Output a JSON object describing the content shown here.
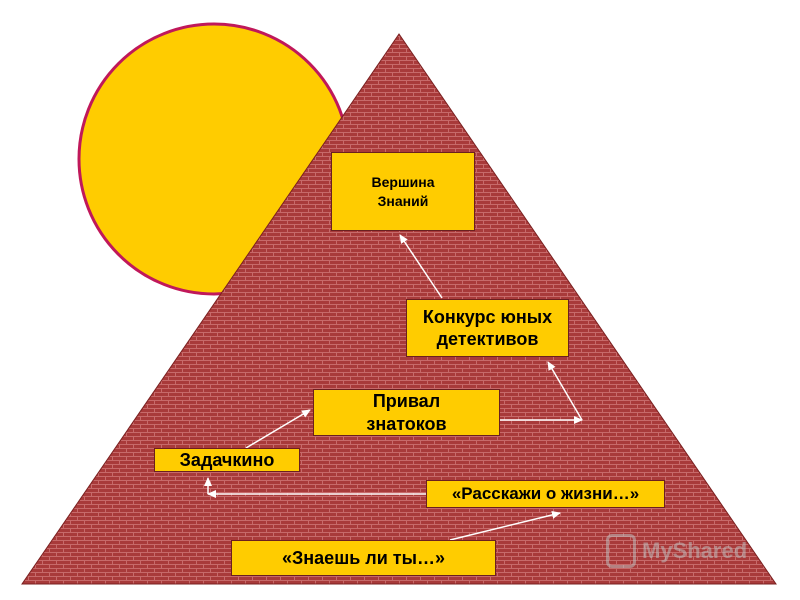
{
  "colors": {
    "sun_fill": "#ffcc00",
    "sun_stroke": "#c0185a",
    "pyramid_brick": "#a83a3a",
    "pyramid_mortar": "#c76a6a",
    "box_fill": "#ffcc00",
    "arrow": "#ffffff"
  },
  "boxes": {
    "top": "Вершина\nЗнаний",
    "detectives": "Конкурс юных\nдетективов",
    "prival": "Привал\nзнатоков",
    "zadachkino": "Задачкино",
    "rasskazhi": "«Расскажи о жизни…»",
    "znaesh": "«Знаешь ли ты…»"
  },
  "watermark": {
    "text": "MyShared",
    "icon": "myshared-logo-icon"
  }
}
